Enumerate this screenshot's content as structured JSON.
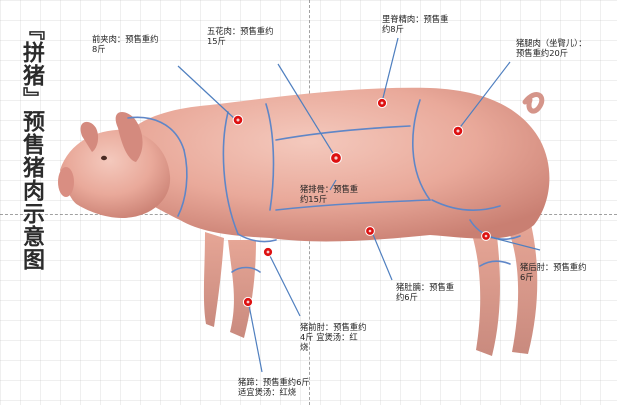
{
  "title": "『拼猪』预售猪肉示意图",
  "labels": {
    "foreleg_meat": "前夹肉：预售重约\n8斤",
    "pork_belly": "五花肉：预售重约\n15斤",
    "tenderloin": "里脊精肉：预售重\n约8斤",
    "hind_leg": "猪腿肉（坐臀儿）：\n预售重约20斤",
    "spare_ribs": "猪排骨：预售重\n约15斤",
    "stomach": "猪肚腩：预售重\n约6斤",
    "hind_hock": "猪后肘：预售重约\n6斤",
    "front_hock": "猪前肘：预售重约\n4斤  宜煲汤：红\n烧",
    "trotter": "猪蹄：预售重约6斤\n适宜煲汤：红烧"
  }
}
